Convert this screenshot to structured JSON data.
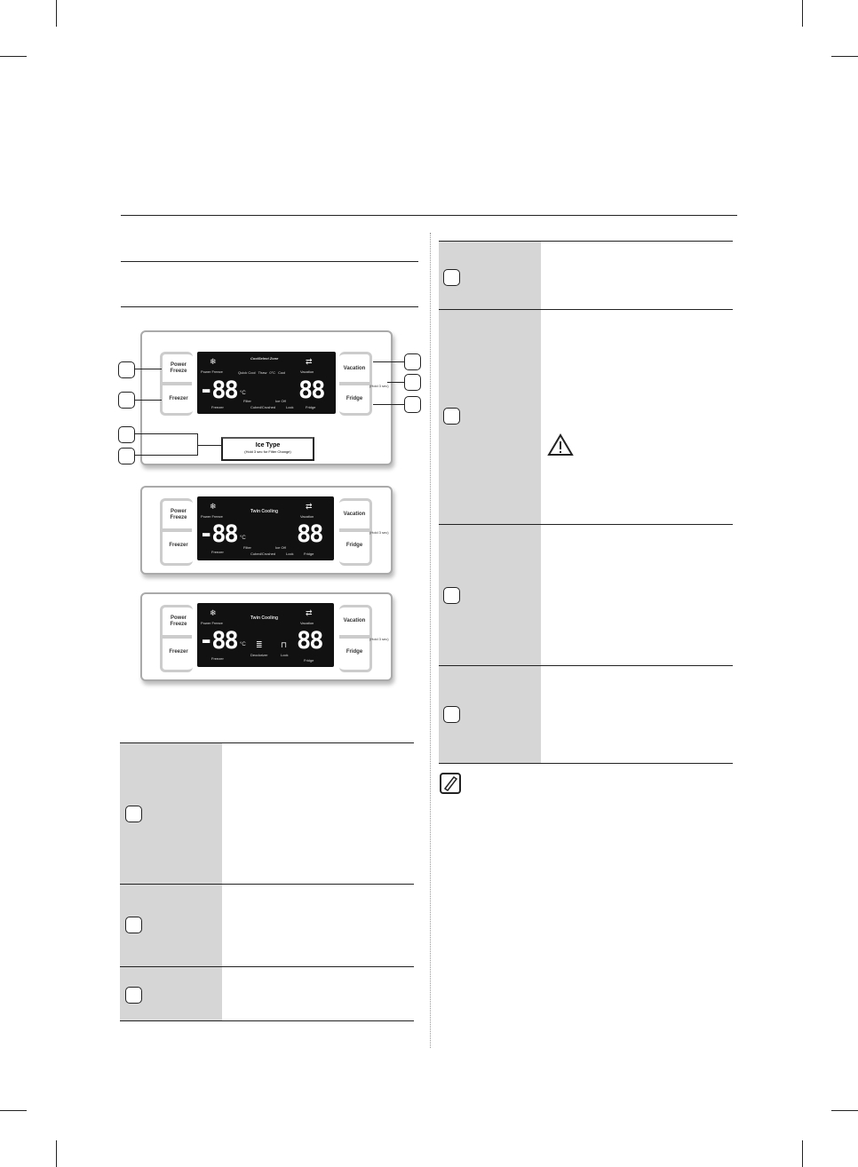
{
  "panel1": {
    "power_freeze": "Power Freeze",
    "freezer": "Freezer",
    "vacation": "Vacation",
    "fridge": "Fridge",
    "lcd_power_freeze": "Power Freeze",
    "lcd_vacation": "Vacation",
    "lcd_freezer": "Freezer",
    "lcd_fridge": "Fridge",
    "coolselect": "CoolSelect Zone",
    "zone_items": [
      "Quick Cool",
      "Thaw",
      "0°C",
      "Cool"
    ],
    "icons": [
      "Filter",
      "Cubed/Crushed",
      "Ice Off",
      "Lock"
    ],
    "temp_freezer": "-88",
    "temp_fridge": "88",
    "unit": "°C",
    "hold": "(Hold 3 sec)",
    "ice_type": "Ice Type",
    "ice_sub": "(Hold 3 sec for Filter Change)"
  },
  "panel2": {
    "power_freeze": "Power Freeze",
    "freezer": "Freezer",
    "vacation": "Vacation",
    "fridge": "Fridge",
    "twin": "Twin Cooling",
    "icons": [
      "Filter",
      "Cubed/Crushed",
      "Ice Off",
      "Lock"
    ],
    "lcd_power_freeze": "Power Freeze",
    "lcd_vacation": "Vacation",
    "lcd_freezer": "Freezer",
    "lcd_fridge": "Fridge",
    "temp_freezer": "-88",
    "temp_fridge": "88",
    "unit": "°C",
    "hold": "(Hold 3 sec)"
  },
  "panel3": {
    "power_freeze": "Power Freeze",
    "freezer": "Freezer",
    "vacation": "Vacation",
    "fridge": "Fridge",
    "twin": "Twin Cooling",
    "icons": [
      "Deodorizer",
      "Lock"
    ],
    "lcd_power_freeze": "Power Freeze",
    "lcd_vacation": "Vacation",
    "lcd_freezer": "Freezer",
    "lcd_fridge": "Fridge",
    "temp_freezer": "-88",
    "temp_fridge": "88",
    "unit": "°C",
    "hold": "(Hold 3 sec)"
  }
}
